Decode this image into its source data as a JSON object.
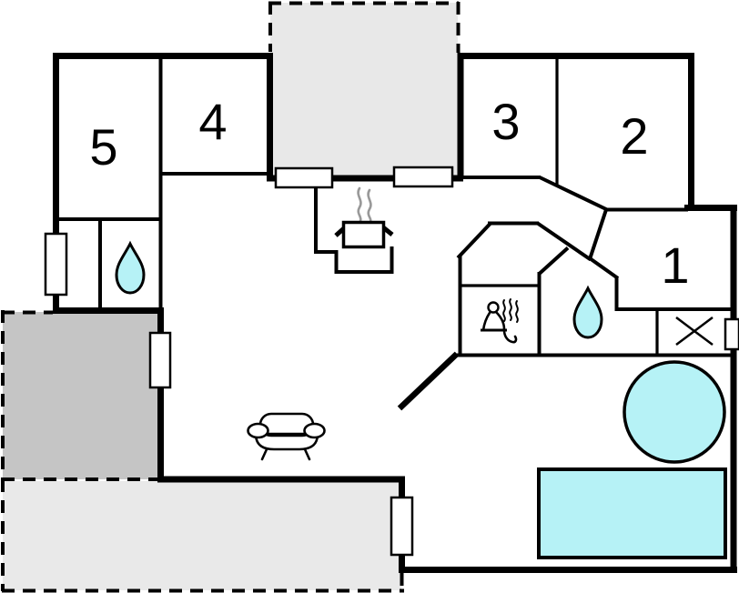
{
  "plan": {
    "type": "holiday-home-floor-plan",
    "rooms": [
      {
        "label": "1"
      },
      {
        "label": "2"
      },
      {
        "label": "3"
      },
      {
        "label": "4"
      },
      {
        "label": "5"
      }
    ],
    "icons": [
      "water-drop-icon",
      "water-drop-icon",
      "sauna-person-icon",
      "stove-pot-icon",
      "steam-icon",
      "sofa-icon",
      "cross-mark-icon"
    ],
    "water_features": [
      "round-hot-tub",
      "rectangular-pool"
    ],
    "outdoor_areas": [
      "top-terrace",
      "side-terrace",
      "bottom-terrace"
    ],
    "colors": {
      "background": "#ffffff",
      "walls": "#000000",
      "water": "#b6f2f6",
      "terrace_top": "#e8e8e8",
      "terrace_dark": "#c5c5c5",
      "terrace_bottom": "#e9e9e9",
      "steam": "#999999"
    }
  }
}
